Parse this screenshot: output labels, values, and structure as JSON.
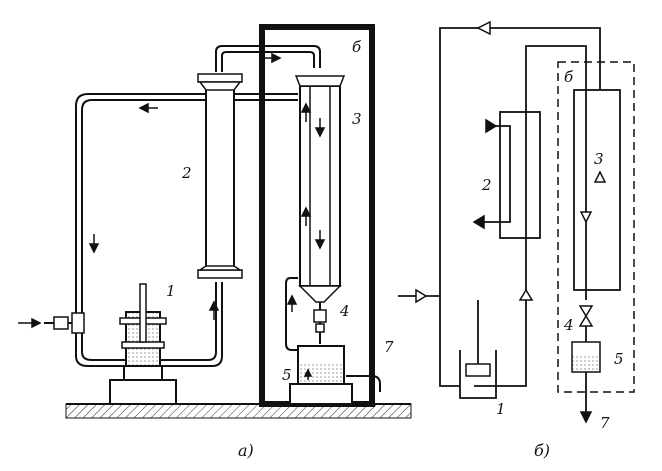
{
  "figure_a": {
    "caption": "а)",
    "labels": {
      "n1": "1",
      "n2": "2",
      "n3": "3",
      "n4": "4",
      "n5": "5",
      "n6": "б",
      "n7": "7"
    }
  },
  "figure_b": {
    "caption": "б)",
    "labels": {
      "n1": "1",
      "n2": "2",
      "n3": "3",
      "n4": "4",
      "n5": "5",
      "n6": "б",
      "n7": "7"
    }
  }
}
